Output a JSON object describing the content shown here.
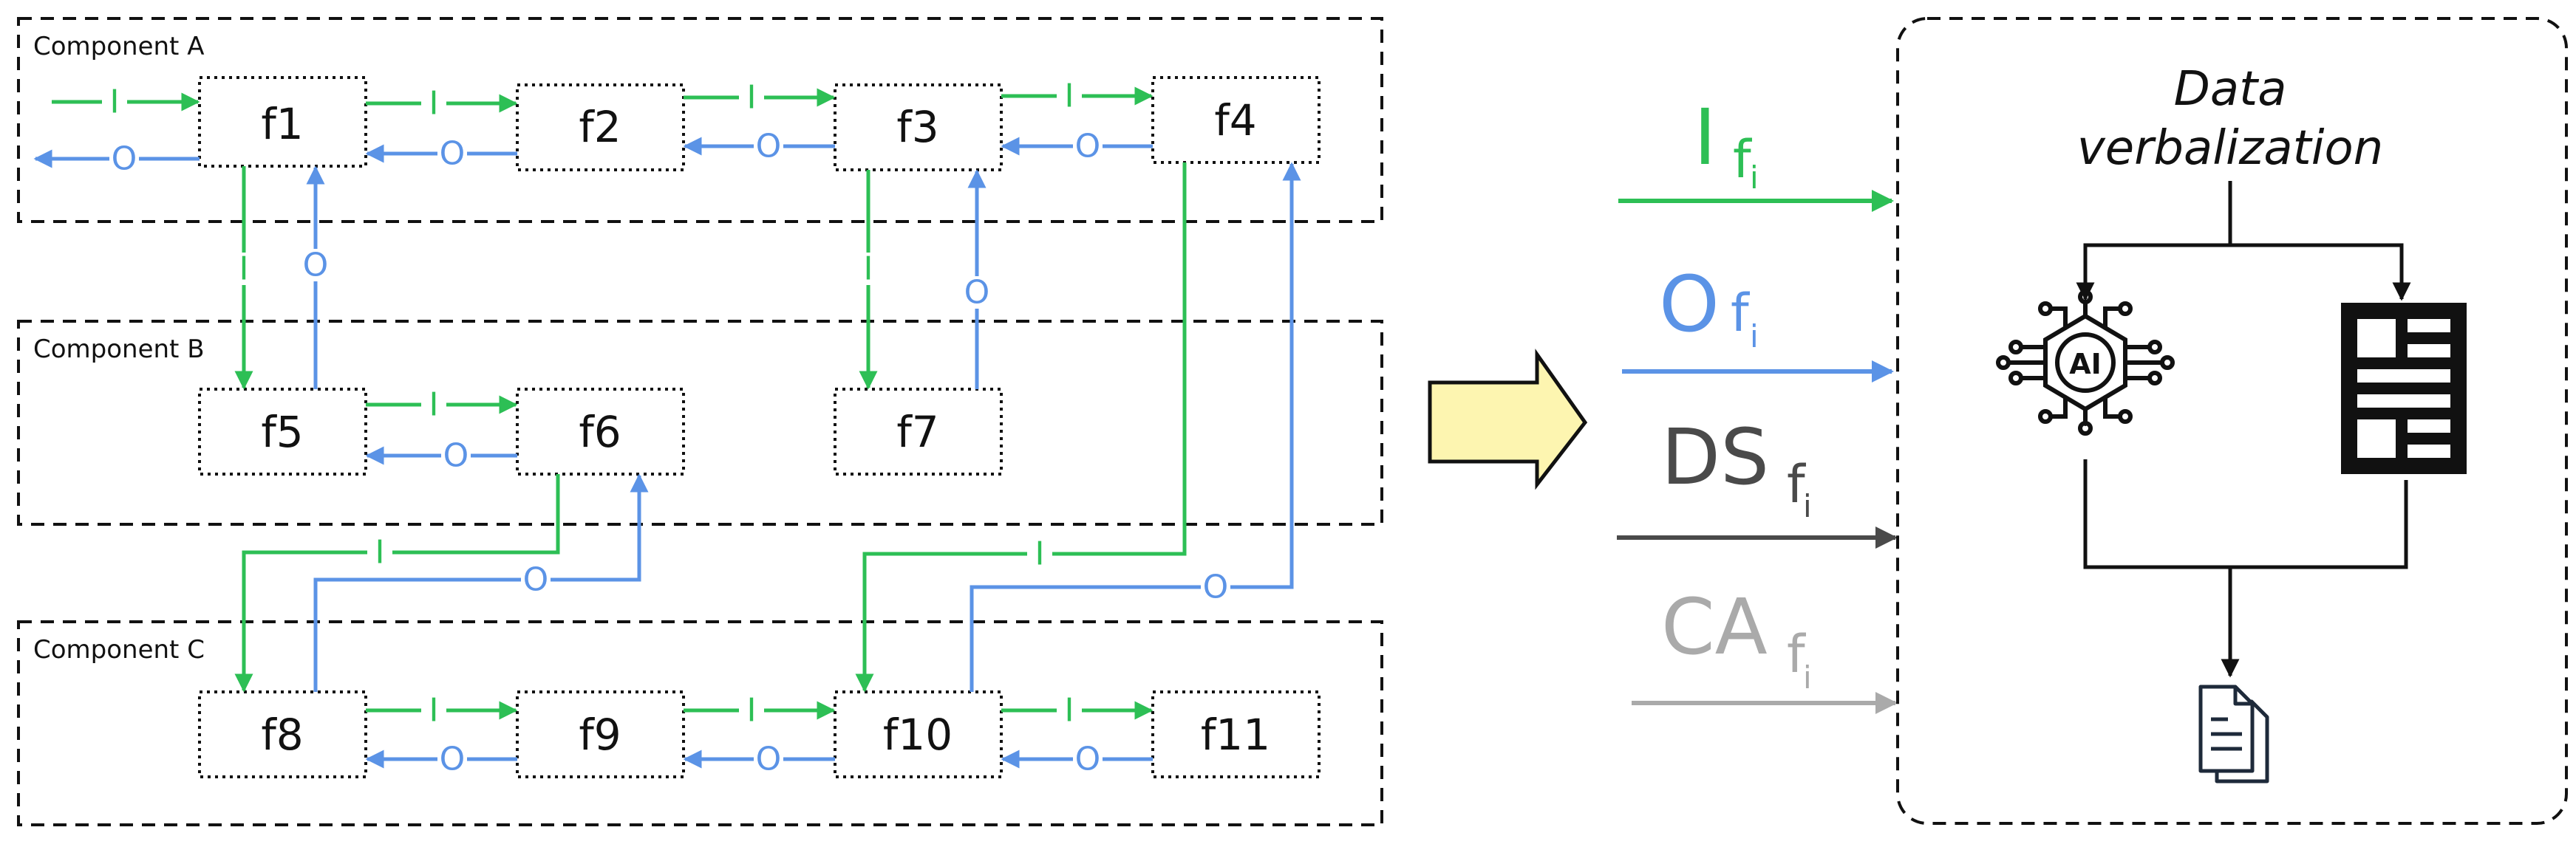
{
  "components": [
    {
      "label": "Component A"
    },
    {
      "label": "Component B"
    },
    {
      "label": "Component C"
    }
  ],
  "nodes": [
    "f1",
    "f2",
    "f3",
    "f4",
    "f5",
    "f6",
    "f7",
    "f8",
    "f9",
    "f10",
    "f11"
  ],
  "io": {
    "input": "I",
    "output": "O"
  },
  "legend": {
    "input": {
      "main": "I",
      "sub": "f",
      "subscript": "i"
    },
    "output": {
      "main": "O",
      "sub": "f",
      "subscript": "i"
    },
    "ds": {
      "main": "DS",
      "sub": "f",
      "subscript": "i"
    },
    "ca": {
      "main": "CA",
      "sub": "f",
      "subscript": "i"
    }
  },
  "verbalization": {
    "line1": "Data",
    "line2": "verbalization",
    "ai_badge": "AI"
  },
  "colors": {
    "input": "#2dbf55",
    "output": "#5b93e6",
    "ds": "#4a4a4a",
    "ca": "#aaaaaa",
    "arrow_fill": "#fdf5b0"
  },
  "icons": [
    "big-right-arrow-icon",
    "ai-chip-icon",
    "document-layout-icon",
    "document-stack-icon"
  ]
}
